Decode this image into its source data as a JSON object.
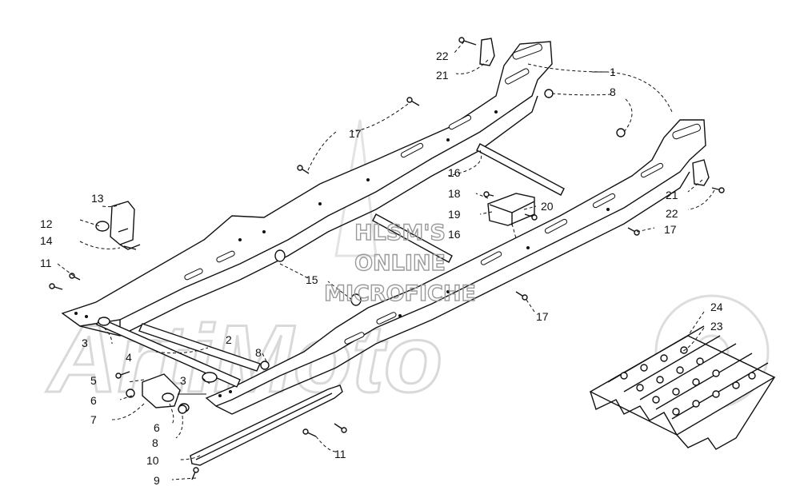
{
  "watermark": {
    "line1": "HLSM'S",
    "line2": "ONLINE",
    "line3": "MICROFICHE",
    "brand": "ArtiMoto"
  },
  "callouts": {
    "c1": "1",
    "c2": "2",
    "c3a": "3",
    "c3b": "3",
    "c4": "4",
    "c5": "5",
    "c6a": "6",
    "c6b": "6",
    "c7": "7",
    "c8a": "8",
    "c8b": "8",
    "c8c": "8",
    "c9": "9",
    "c10": "10",
    "c11a": "11",
    "c11b": "11",
    "c12": "12",
    "c13": "13",
    "c14": "14",
    "c15": "15",
    "c16a": "16",
    "c16b": "16",
    "c17a": "17",
    "c17b": "17",
    "c17c": "17",
    "c18": "18",
    "c19": "19",
    "c20": "20",
    "c21a": "21",
    "c21b": "21",
    "c22a": "22",
    "c22b": "22",
    "c23": "23",
    "c24": "24"
  }
}
